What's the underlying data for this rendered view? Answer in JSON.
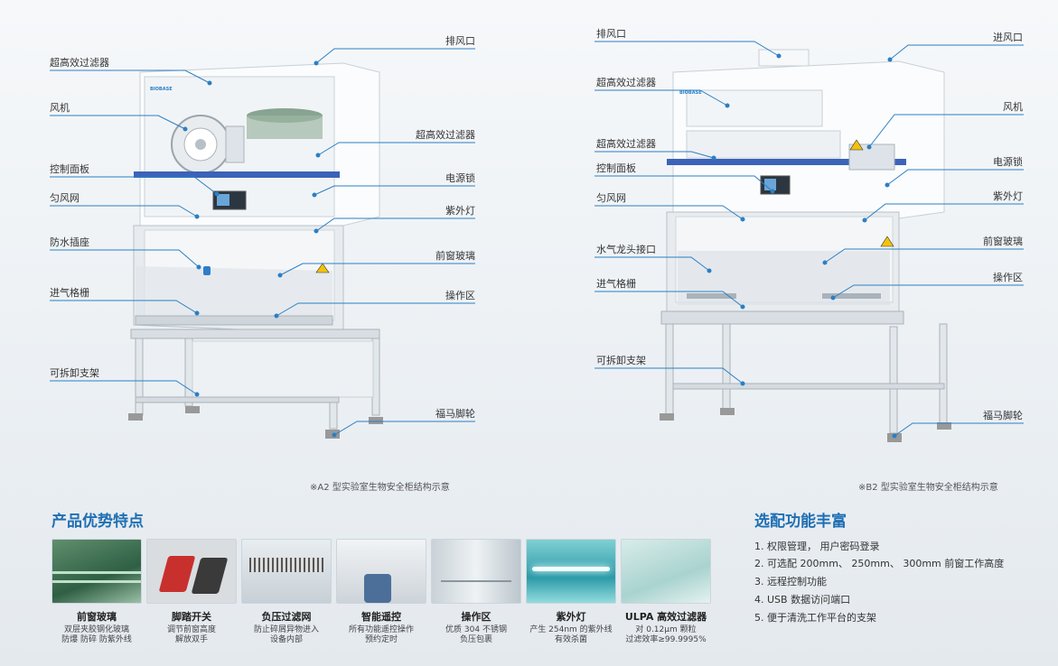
{
  "a2": {
    "left_labels": [
      "超高效过滤器",
      "风机",
      "控制面板",
      "匀风网",
      "防水插座",
      "进气格栅",
      "可拆卸支架"
    ],
    "right_labels": [
      "排风口",
      "超高效过滤器",
      "电源锁",
      "紫外灯",
      "前窗玻璃",
      "操作区",
      "福马脚轮"
    ],
    "caption": "※A2 型实验室生物安全柜结构示意",
    "brand": "BIOBASE"
  },
  "b2": {
    "left_labels": [
      "排风口",
      "超高效过滤器",
      "超高效过滤器",
      "控制面板",
      "匀风网",
      "水气龙头接口",
      "进气格栅",
      "可拆卸支架"
    ],
    "right_labels": [
      "进风口",
      "风机",
      "电源锁",
      "紫外灯",
      "前窗玻璃",
      "操作区",
      "福马脚轮"
    ],
    "caption": "※B2 型实验室生物安全柜结构示意",
    "brand": "BIOBASE"
  },
  "features": {
    "title": "产品优势特点",
    "items": [
      {
        "name": "前窗玻璃",
        "desc1": "双层夹胶钢化玻璃",
        "desc2": "防爆 防碎 防紫外线"
      },
      {
        "name": "脚踏开关",
        "desc1": "调节前窗高度",
        "desc2": "解放双手"
      },
      {
        "name": "负压过滤网",
        "desc1": "防止碎屑异物进入",
        "desc2": "设备内部"
      },
      {
        "name": "智能遥控",
        "desc1": "所有功能遥控操作",
        "desc2": "预约定时"
      },
      {
        "name": "操作区",
        "desc1": "优质 304 不锈钢",
        "desc2": "负压包裹"
      },
      {
        "name": "紫外灯",
        "desc1": "产生 254nm 的紫外线",
        "desc2": "有效杀菌"
      },
      {
        "name": "ULPA 高效过滤器",
        "desc1": "对 0.12μm 颗粒",
        "desc2": "过滤效率≥99.9995%"
      }
    ]
  },
  "options": {
    "title": "选配功能丰富",
    "items": [
      "1. 权限管理， 用户密码登录",
      "2. 可选配 200mm、 250mm、 300mm 前窗工作高度",
      "3. 远程控制功能",
      "4. USB 数据访问端口",
      "5. 便于清洗工作平台的支架"
    ]
  },
  "colors": {
    "accent": "#1f6fb3",
    "leader": "#2b7fc4",
    "blue_band": "#3b63b8"
  }
}
